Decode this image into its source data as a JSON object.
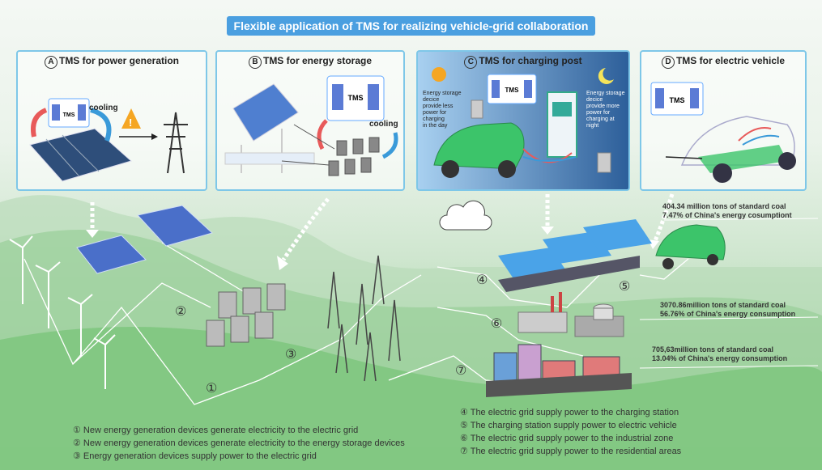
{
  "title": "Flexible application of TMS for realizing vehicle-grid collaboration",
  "panels": [
    {
      "letter": "A",
      "title": "TMS for power generation",
      "tms": "TMS",
      "note": "cooling"
    },
    {
      "letter": "B",
      "title": "TMS for energy storage",
      "tms": "TMS",
      "note": "cooling"
    },
    {
      "letter": "C",
      "title": "TMS for charging post",
      "tms": "TMS",
      "day_text": [
        "Energy storage",
        "decice",
        "provide less",
        "power for",
        "charging",
        "in the day"
      ],
      "night_text": [
        "Energy storage",
        "decice",
        "provide more",
        "power for",
        "charging at",
        "night"
      ]
    },
    {
      "letter": "D",
      "title": "TMS for electric vehicle",
      "tms": "TMS"
    }
  ],
  "markers": [
    "①",
    "②",
    "③",
    "④",
    "⑤",
    "⑥",
    "⑦"
  ],
  "stats": [
    {
      "line1": "404.34 million tons of standard coal",
      "line2": "7.47% of China's energy cosumptiont"
    },
    {
      "line1": "3070.86million tons of standard coal",
      "line2": "56.76% of China's energy consumption"
    },
    {
      "line1": "705,63million tons of standard coal",
      "line2": "13.04% of China's energy consumption"
    }
  ],
  "legend_left": [
    "① New energy generation devices generate electricity to the electric grid",
    "② New energy generation devices generate electricity to the energy storage devices",
    "③ Energy generation devices supply power to the electric grid"
  ],
  "legend_right": [
    "④ The electric grid supply power to the charging station",
    "⑤ The charging station supply power to electric vehicle",
    "⑥ The electric grid supply power to the industrial zone",
    "⑦ The electric grid supply power to the residential areas"
  ],
  "colors": {
    "banner": "#4a9fe0",
    "panel_border": "#7ec7e8",
    "car": "#3cc46a",
    "arrow_hot": "#e85a5a",
    "arrow_cool": "#3a9ad9"
  }
}
